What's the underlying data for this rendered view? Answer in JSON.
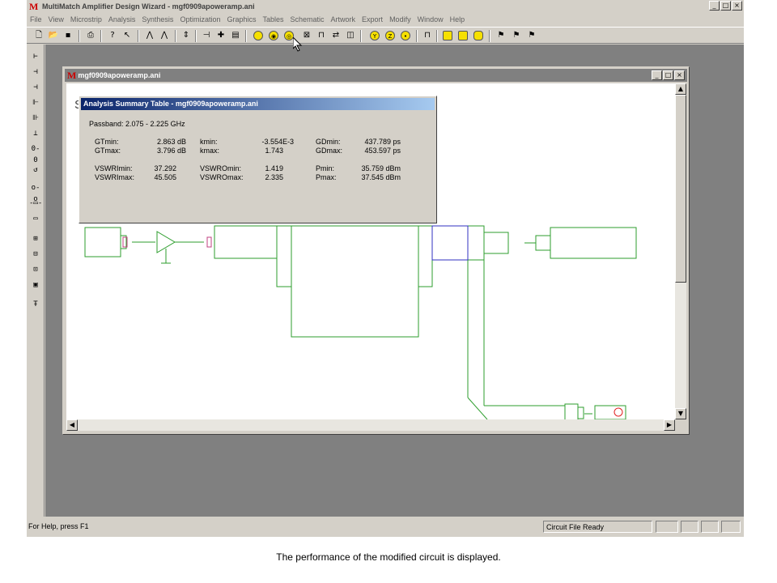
{
  "app": {
    "title": "MultiMatch Amplifier Design Wizard - mgf0909apoweramp.ani",
    "logo": "M",
    "window_buttons": [
      "_",
      "□",
      "×"
    ]
  },
  "menu": [
    "File",
    "View",
    "Microstrip",
    "Analysis",
    "Synthesis",
    "Optimization",
    "Graphics",
    "Tables",
    "Schematic",
    "Artwork",
    "Export",
    "Modify",
    "Window",
    "Help"
  ],
  "toolbar": {
    "icons": [
      "new-file-icon",
      "open-folder-icon",
      "save-icon",
      "print-icon",
      "help-question-icon",
      "context-help-icon",
      "analyze-icon",
      "analyze-alt-icon",
      "resize-icon",
      "component-icon",
      "cross-icon",
      "text-icon",
      "smith-chart-1-icon",
      "smith-chart-2-icon",
      "smith-chart-3-icon",
      "box-icon",
      "stub-icon",
      "swap-icon",
      "layer-icon",
      "yellow-circle-1-icon",
      "yellow-circle-2-icon",
      "yellow-circle-3-icon",
      "pulse-icon",
      "square-icon",
      "rounded-square-icon",
      "stamp-1-icon",
      "stamp-2-icon",
      "stamp-3-icon"
    ]
  },
  "left_tools": [
    "element-1",
    "element-2",
    "element-3",
    "element-4",
    "element-5",
    "element-6",
    "element-7",
    "element-8",
    "element-9",
    "element-10",
    "element-11",
    "element-12",
    "element-13",
    "element-14",
    "element-15",
    "element-16"
  ],
  "child_window": {
    "title": "mgf0909apoweramp.ani",
    "logo": "M",
    "window_buttons": [
      "_",
      "□",
      "×"
    ],
    "canvas_fragment": "S"
  },
  "dialog": {
    "title": "Analysis Summary Table - mgf0909apoweramp.ani",
    "passband": "Passband: 2.075 - 2.225 GHz",
    "rows": [
      [
        {
          "label": "GTmin:",
          "value": "2.863 dB"
        },
        {
          "label": "kmin:",
          "value": "-3.554E-3"
        },
        {
          "label": "GDmin:",
          "value": "437.789 ps"
        }
      ],
      [
        {
          "label": "GTmax:",
          "value": "3.796 dB"
        },
        {
          "label": "kmax:",
          "value": "1.743"
        },
        {
          "label": "GDmax:",
          "value": "453.597 ps"
        }
      ],
      [
        {
          "label": "VSWRImin:",
          "value": "37.292"
        },
        {
          "label": "VSWROmin:",
          "value": "1.419"
        },
        {
          "label": "Pmin:",
          "value": "35.759 dBm"
        }
      ],
      [
        {
          "label": "VSWRImax:",
          "value": "45.505"
        },
        {
          "label": "VSWROmax:",
          "value": "2.335"
        },
        {
          "label": "Pmax:",
          "value": "37.545 dBm"
        }
      ]
    ]
  },
  "status": {
    "help_text": "For Help, press F1",
    "file_status": "Circuit File Ready"
  },
  "colors": {
    "circuit_line": "#2e9e2e",
    "selected_line": "#3030c0",
    "connector": "#c04080",
    "desktop": "#808080",
    "chrome": "#d4d0c8"
  },
  "caption": "The performance of the modified circuit is displayed."
}
